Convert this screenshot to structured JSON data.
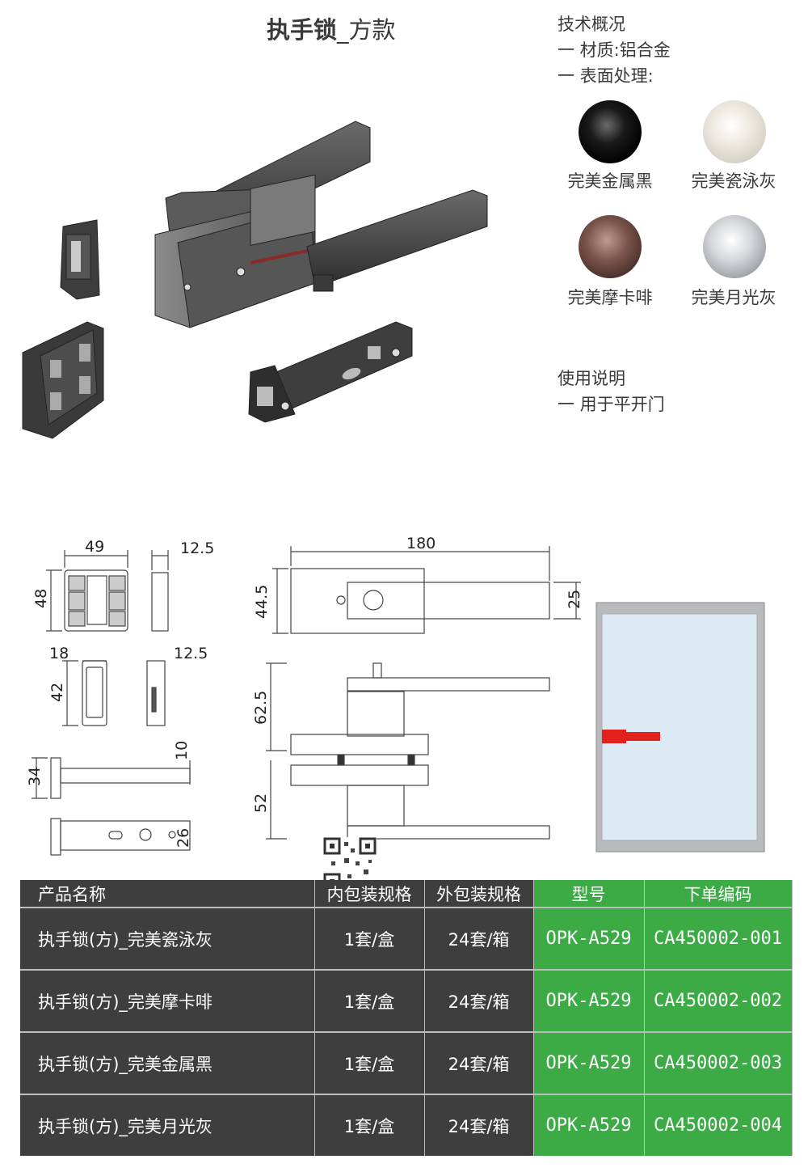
{
  "title": {
    "bold": "执手锁",
    "rest": "_方款"
  },
  "tech_overview": {
    "heading": "技术概况",
    "material": "一 材质:铝合金",
    "finish_heading": "一 表面处理:"
  },
  "finishes": [
    {
      "label": "完美金属黑",
      "color": "#111111"
    },
    {
      "label": "完美瓷泳灰",
      "color": "#e2ddd3"
    },
    {
      "label": "完美摩卡啡",
      "color": "#6b4a42"
    },
    {
      "label": "完美月光灰",
      "color": "#c7c9cd"
    }
  ],
  "usage": {
    "heading": "使用说明",
    "item": "一 用于平开门"
  },
  "dimensions": {
    "plate_w": "49",
    "plate_depth": "12.5",
    "plate_h": "48",
    "cup_w": "18",
    "cup_depth": "12.5",
    "cup_h": "42",
    "latch_h": "34",
    "latch_t": "10",
    "latch_face": "26",
    "total_len": "180",
    "rose_h": "44.5",
    "lever_h": "25",
    "lever_offset_top": "62.5",
    "lever_offset_bottom": "52"
  },
  "table": {
    "headers": {
      "name": "产品名称",
      "inner": "内包装规格",
      "outer": "外包装规格",
      "model": "型号",
      "code": "下单编码"
    },
    "rows": [
      {
        "name": "执手锁(方)_完美瓷泳灰",
        "inner": "1套/盒",
        "outer": "24套/箱",
        "model": "OPK-A529",
        "code": "CA450002-001"
      },
      {
        "name": "执手锁(方)_完美摩卡啡",
        "inner": "1套/盒",
        "outer": "24套/箱",
        "model": "OPK-A529",
        "code": "CA450002-002"
      },
      {
        "name": "执手锁(方)_完美金属黑",
        "inner": "1套/盒",
        "outer": "24套/箱",
        "model": "OPK-A529",
        "code": "CA450002-003"
      },
      {
        "name": "执手锁(方)_完美月光灰",
        "inner": "1套/盒",
        "outer": "24套/箱",
        "model": "OPK-A529",
        "code": "CA450002-004"
      }
    ]
  },
  "colors": {
    "table_dark": "#3e3e3e",
    "table_green": "#3cab46",
    "glass": "#dcebf3",
    "handle_red": "#e3211c"
  }
}
